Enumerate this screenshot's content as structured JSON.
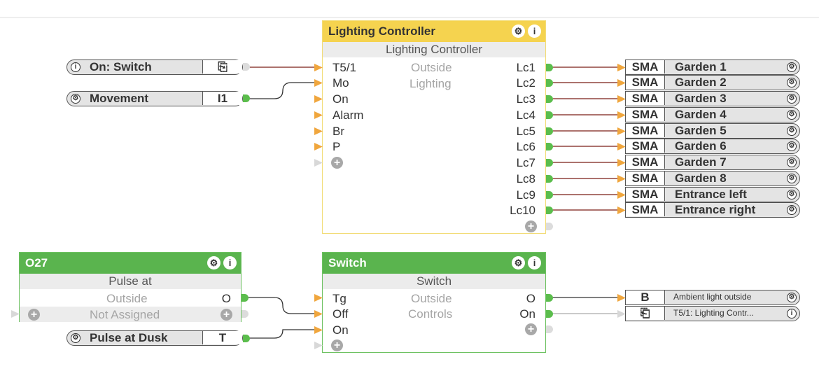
{
  "lighting": {
    "title": "Lighting Controller",
    "subtitle": "Lighting Controller",
    "desc1": "Outside",
    "desc2": "Lighting",
    "inputs": [
      "T5/1",
      "Mo",
      "On",
      "Alarm",
      "Br",
      "P"
    ],
    "outputs": [
      "Lc1",
      "Lc2",
      "Lc3",
      "Lc4",
      "Lc5",
      "Lc6",
      "Lc7",
      "Lc8",
      "Lc9",
      "Lc10"
    ]
  },
  "left_inputs": {
    "on_switch": {
      "label": "On: Switch",
      "tag": "⎘"
    },
    "movement": {
      "label": "Movement",
      "tag": "I1"
    },
    "pulse_dusk": {
      "label": "Pulse at Dusk",
      "tag": "T"
    }
  },
  "garden_outputs": [
    {
      "tag": "SMA",
      "label": "Garden 1"
    },
    {
      "tag": "SMA",
      "label": "Garden 2"
    },
    {
      "tag": "SMA",
      "label": "Garden 3"
    },
    {
      "tag": "SMA",
      "label": "Garden 4"
    },
    {
      "tag": "SMA",
      "label": "Garden 5"
    },
    {
      "tag": "SMA",
      "label": "Garden 6"
    },
    {
      "tag": "SMA",
      "label": "Garden 7"
    },
    {
      "tag": "SMA",
      "label": "Garden 8"
    },
    {
      "tag": "SMA",
      "label": "Entrance left"
    },
    {
      "tag": "SMA",
      "label": "Entrance right"
    }
  ],
  "o27": {
    "title": "O27",
    "subtitle": "Pulse at",
    "desc": "Outside",
    "not_assigned": "Not Assigned",
    "output": "O"
  },
  "switch": {
    "title": "Switch",
    "subtitle": "Switch",
    "desc1": "Outside",
    "desc2": "Controls",
    "inputs": [
      "Tg",
      "Off",
      "On"
    ],
    "outputs": [
      "O",
      "On"
    ]
  },
  "switch_outputs": [
    {
      "tag": "B",
      "label": "Ambient light outside"
    },
    {
      "tag": "⎗",
      "label": "T5/1: Lighting Contr..."
    }
  ],
  "colors": {
    "yellow": "#f5d34f",
    "green": "#5ab44e",
    "wire": "#7a1f16",
    "pin": "#f0a63d"
  }
}
